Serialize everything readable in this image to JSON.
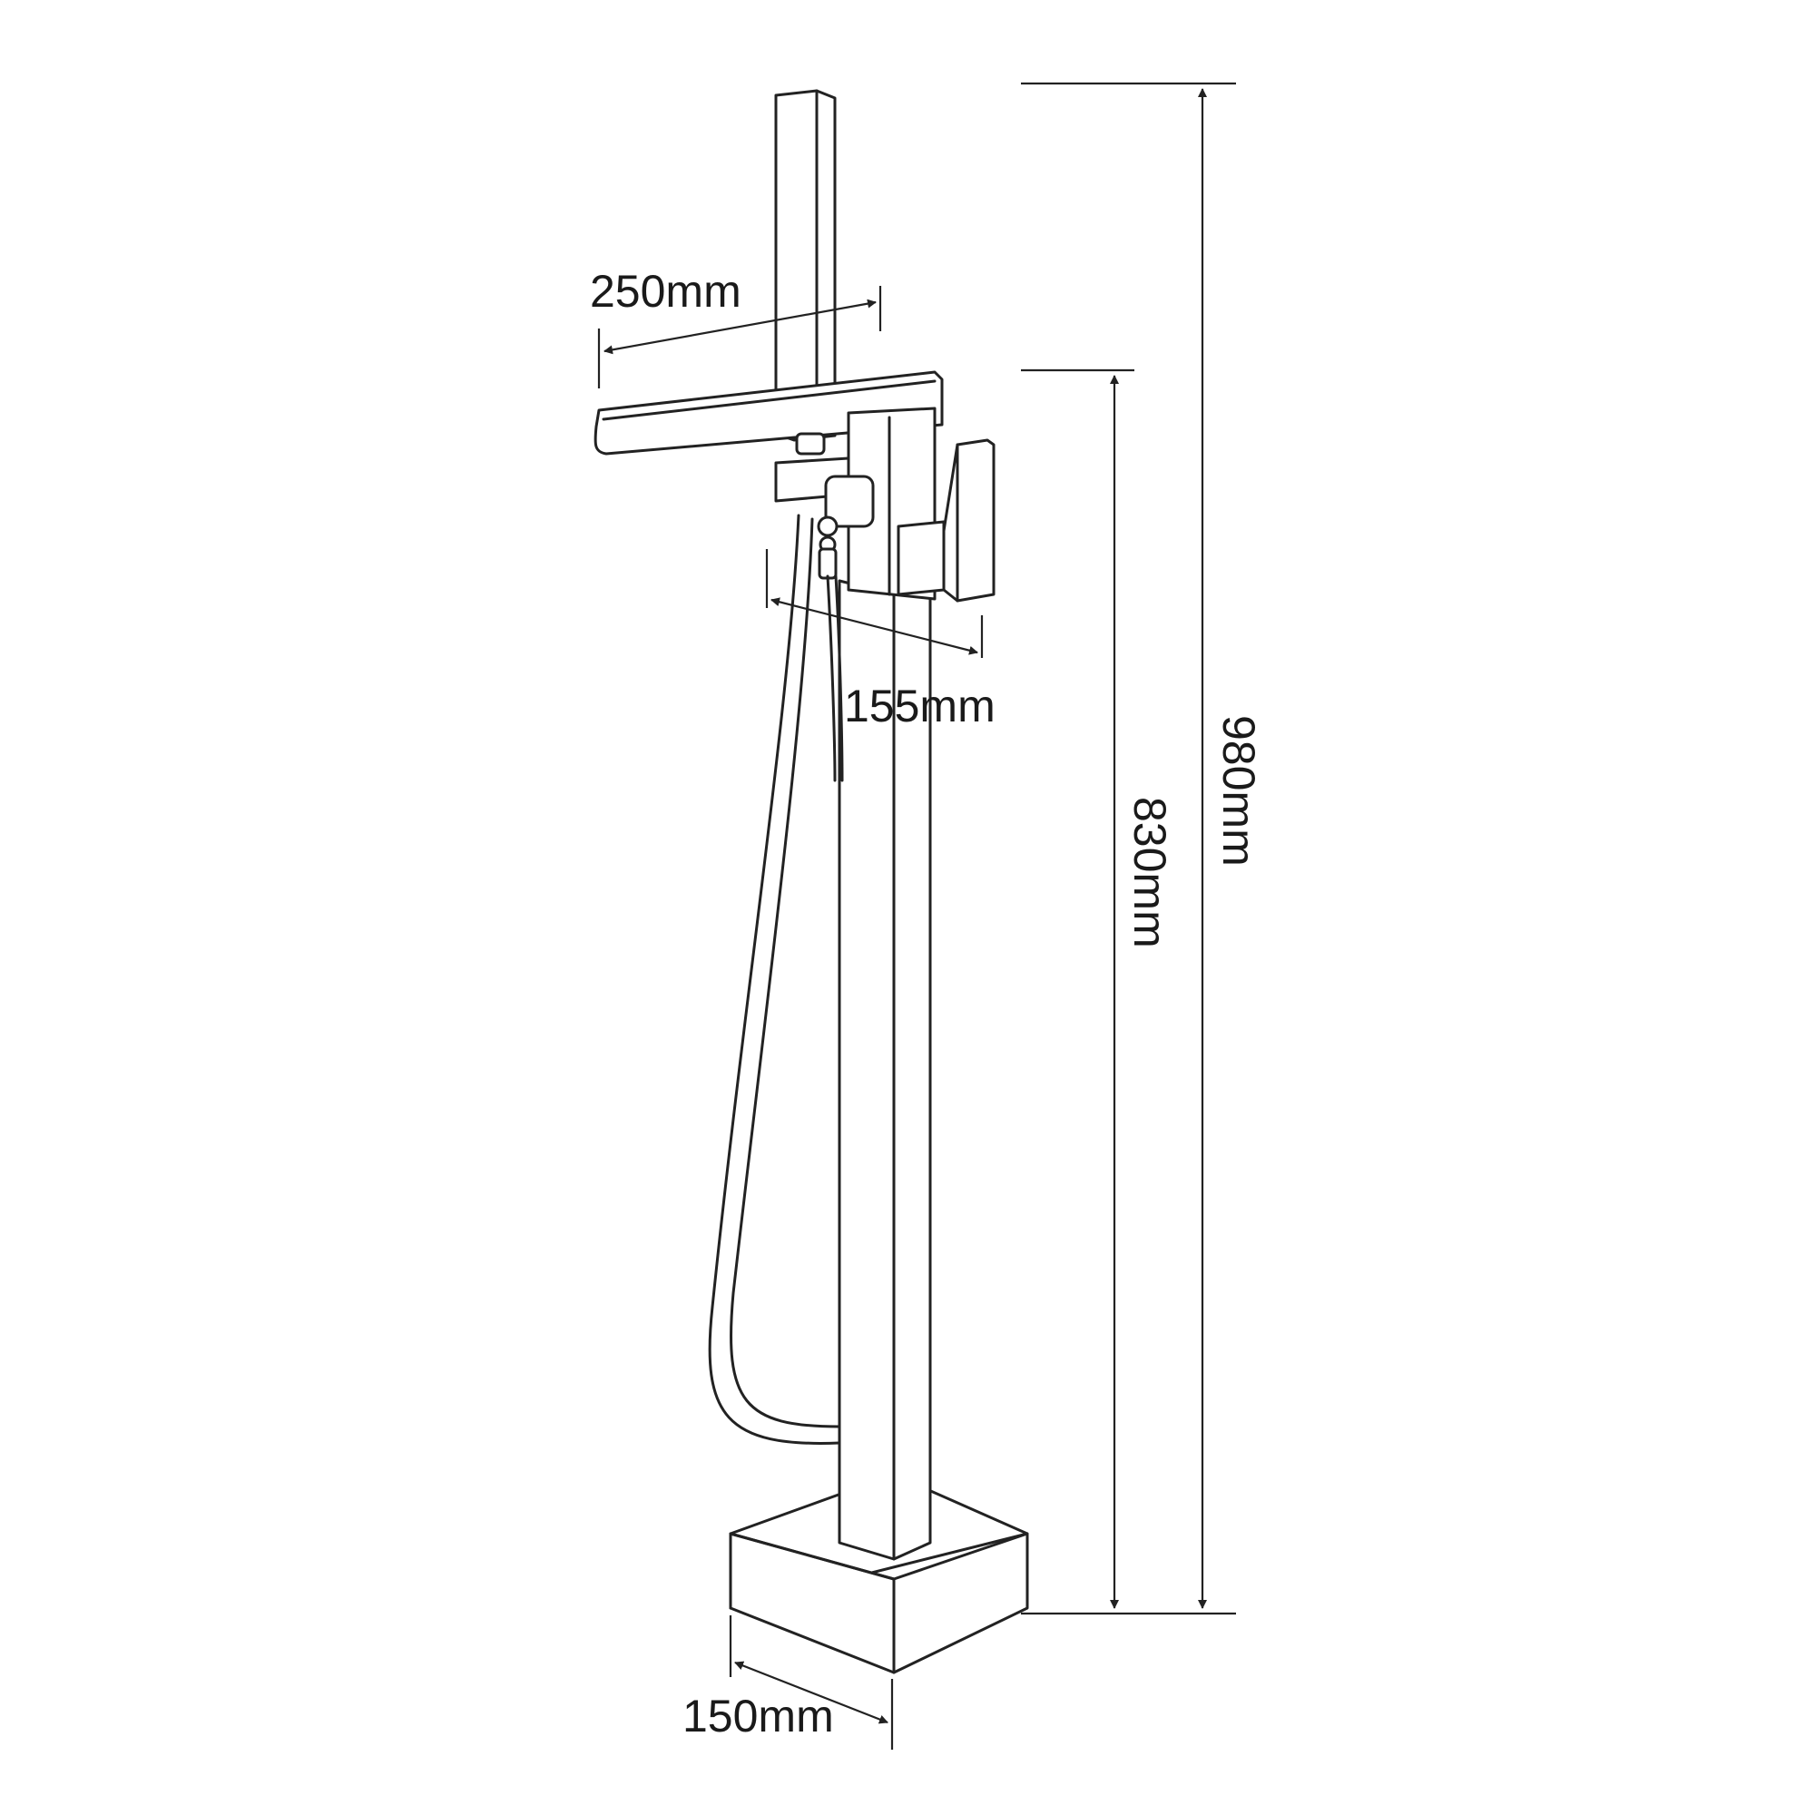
{
  "dimensions": {
    "spout_length": "250mm",
    "handle_depth": "155mm",
    "base_width": "150mm",
    "body_height": "830mm",
    "total_height": "980mm"
  },
  "colors": {
    "line": "#222222",
    "background": "#ffffff"
  }
}
